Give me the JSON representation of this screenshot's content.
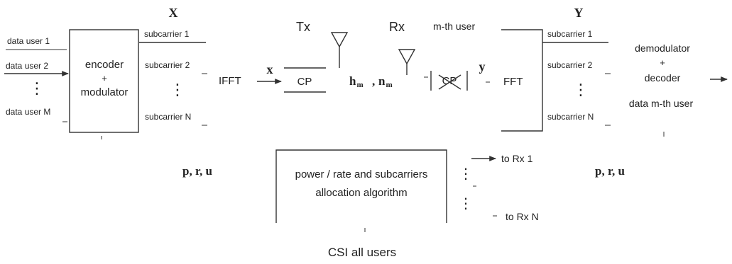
{
  "inputs": {
    "user1": "data user 1",
    "user2": "data user 2",
    "dots": "⋮",
    "userM": "data user M"
  },
  "encoder": {
    "line1": "encoder",
    "line2": "+",
    "line3": "modulator"
  },
  "labels": {
    "X": "X",
    "Y": "Y",
    "x": "x",
    "y": "y",
    "Tx": "Tx",
    "Rx": "Rx",
    "mth_user": "m-th user",
    "h": "h",
    "h_sub": "m",
    "comma": ",",
    "n": "n",
    "n_sub": "m"
  },
  "tx_subcarriers": {
    "s1": "subcarrier 1",
    "s2": "subcarrier 2",
    "dots": "⋮",
    "sN": "subcarrier N"
  },
  "rx_subcarriers": {
    "s1": "subcarrier 1",
    "s2": "subcarrier 2",
    "dots": "⋮",
    "sN": "subcarrier N"
  },
  "blocks": {
    "ifft": "IFFT",
    "cp": "CP",
    "cp_removed": "CP",
    "fft": "FFT"
  },
  "demod": {
    "line1": "demodulator",
    "line2": "+",
    "line3": "decoder",
    "output": "data m-th user"
  },
  "allocation": {
    "params_left": "p, r, u",
    "params_right": "p, r, u",
    "line1": "power / rate and subcarriers",
    "line2": "allocation  algorithm",
    "to_rx1": "to Rx 1",
    "dots": "⋮",
    "to_rxN": "to Rx N",
    "csi": "CSI all users"
  }
}
